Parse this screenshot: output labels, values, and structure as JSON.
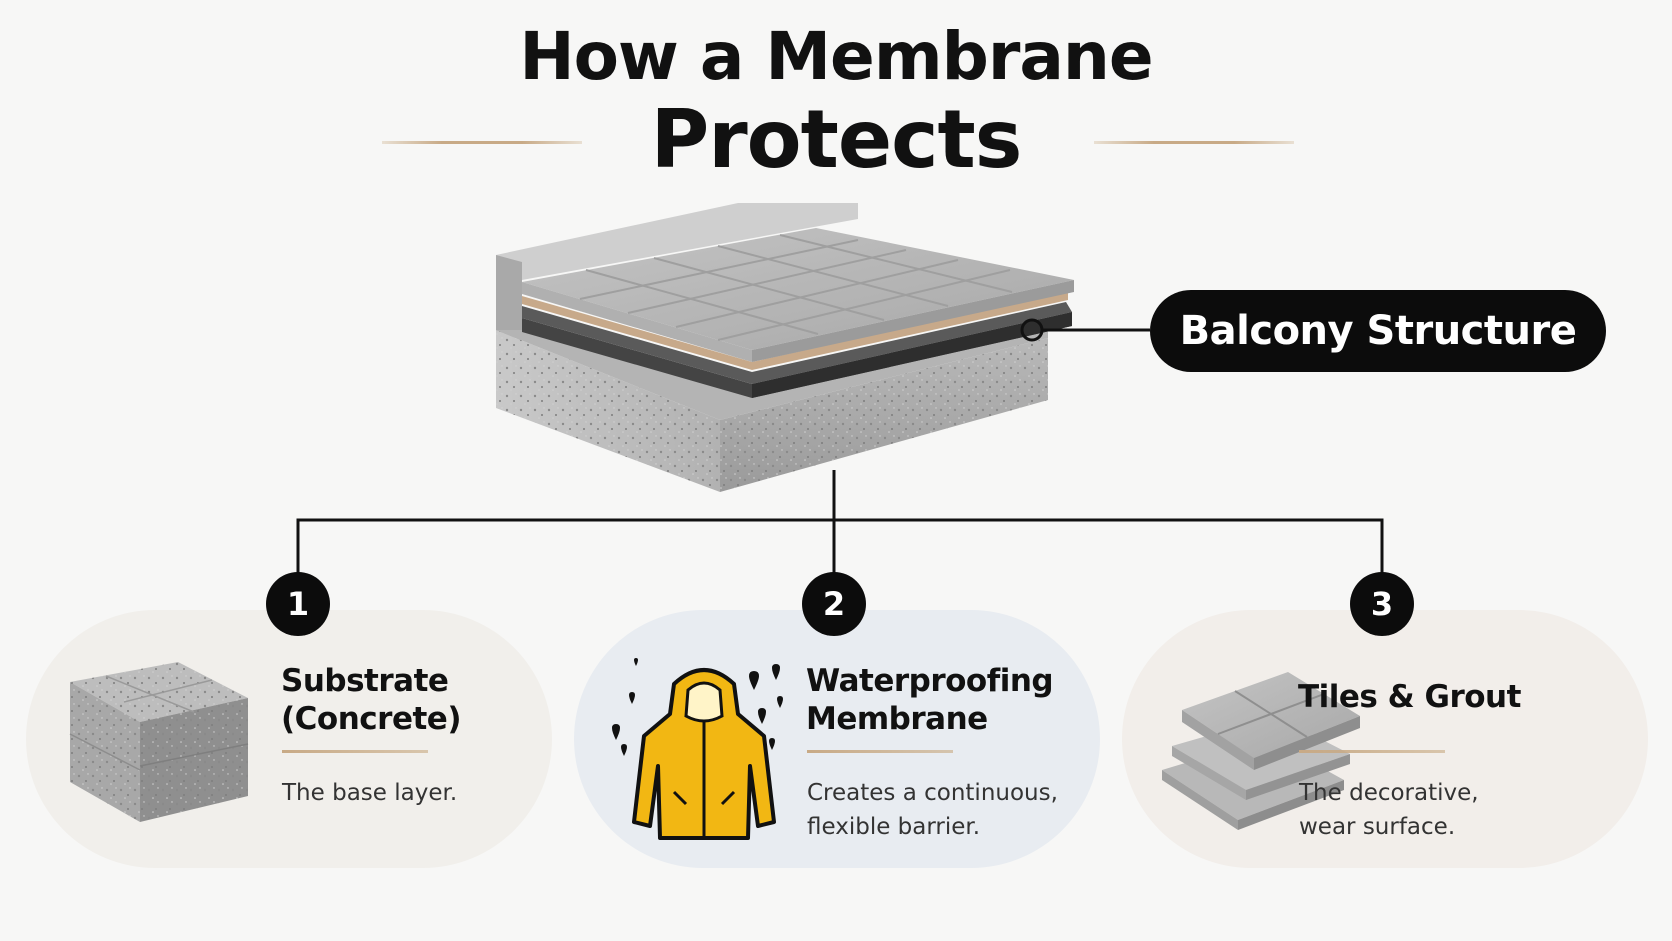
{
  "title": {
    "line1": "How a Membrane",
    "line2": "Protects"
  },
  "callout": {
    "label": "Balcony Structure"
  },
  "layers": [
    {
      "number": "1",
      "title_line1": "Substrate",
      "title_line2": "(Concrete)",
      "description_line1": "The base layer.",
      "description_line2": "",
      "icon": "concrete-block-icon"
    },
    {
      "number": "2",
      "title_line1": "Waterproofing",
      "title_line2": "Membrane",
      "description_line1": "Creates a continuous,",
      "description_line2": "flexible barrier.",
      "icon": "raincoat-icon"
    },
    {
      "number": "3",
      "title_line1": "Tiles & Grout",
      "title_line2": "",
      "description_line1": "The decorative,",
      "description_line2": "wear surface.",
      "icon": "tile-stack-icon"
    }
  ],
  "colors": {
    "accent_rule": "#c8aa86",
    "badge": "#0c0c0c",
    "raincoat": "#f2b713",
    "card_1": "#f1efeb",
    "card_2": "#e8ecf1",
    "card_3": "#f2eeea"
  }
}
